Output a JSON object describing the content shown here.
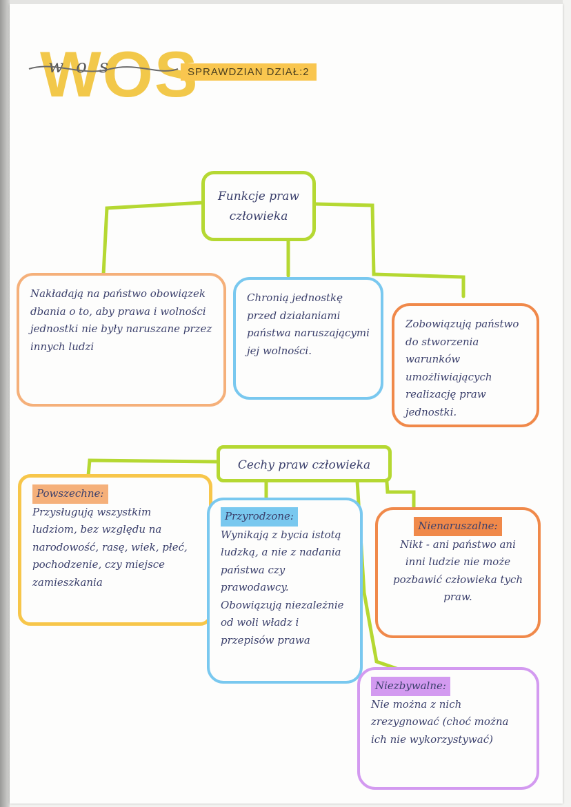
{
  "header": {
    "title": "WOS",
    "title_script": "wos",
    "subtitle": "SPRAWDZIAN DZIAŁ:2"
  },
  "section1": {
    "root": "Funkcje praw człowieka",
    "left": "Nakładają na państwo obowiązek dbania o to, aby prawa i wolności jednostki nie były naruszane przez innych ludzi",
    "middle": "Chronią jednostkę przed działaniami państwa naruszającymi jej wolności.",
    "right": "Zobowiązują państwo do stworzenia warunków umożliwiających realizację praw jednostki."
  },
  "section2": {
    "root": "Cechy praw człowieka",
    "powszechne": {
      "label": "Powszechne:",
      "text": "Przysługują wszystkim ludziom, bez względu na narodowość, rasę, wiek, płeć, pochodzenie, czy miejsce zamieszkania"
    },
    "przyrodzone": {
      "label": "Przyrodzone:",
      "text": "Wynikają z bycia istotą ludzką, a nie z nadania państwa czy prawodawcy. Obowiązują niezależnie od woli władz i przepisów prawa"
    },
    "nienaruszalne": {
      "label": "Nienaruszalne:",
      "text": "Nikt - ani państwo ani inni ludzie nie może pozbawić człowieka tych praw."
    },
    "niezbywalne": {
      "label": "Niezbywalne:",
      "text": "Nie można z nich zrezygnować (choć można ich nie wykorzystywać)"
    }
  },
  "colors": {
    "green": "#b5d832",
    "orange_light": "#f5b07a",
    "blue": "#79c8ef",
    "orange": "#f0894a",
    "yellow": "#f7c64a",
    "purple": "#d39af0",
    "ink": "#3a3f6b"
  }
}
